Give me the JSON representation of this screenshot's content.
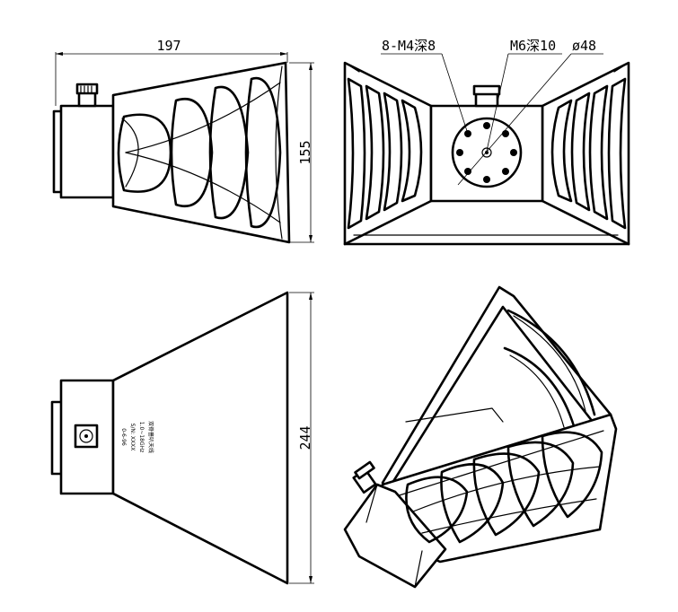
{
  "dimensions": {
    "width_top": "197",
    "height_side": "155",
    "mount_holes": "8-M4深8",
    "center_hole": "M6深10",
    "flange_dia": "ø48",
    "height_bottom": "244"
  },
  "views": {
    "side_view": "side-view",
    "front_view": "front-view",
    "top_view": "top-view",
    "iso_view": "isometric-view"
  },
  "label_plate": [
    "双脊嗇叭天线",
    "1.0~18GHz",
    "S/N: XXXX",
    "0-6-96"
  ]
}
